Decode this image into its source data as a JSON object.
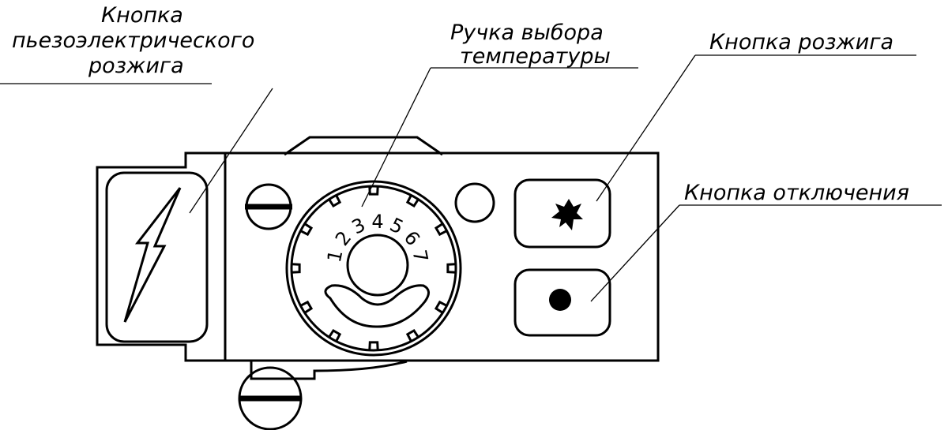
{
  "labels": {
    "piezo_line1": "Кнопка",
    "piezo_line2": "пьезоэлектрического",
    "piezo_line3": "розжига",
    "temp_line1": "Ручка выбора",
    "temp_line2": "температуры",
    "ignite": "Кнопка розжига",
    "off": "Кнопка отключения"
  },
  "dial": {
    "digits": [
      "1",
      "2",
      "3",
      "4",
      "5",
      "6",
      "7"
    ]
  },
  "colors": {
    "line": "#000000",
    "background": "#ffffff"
  }
}
